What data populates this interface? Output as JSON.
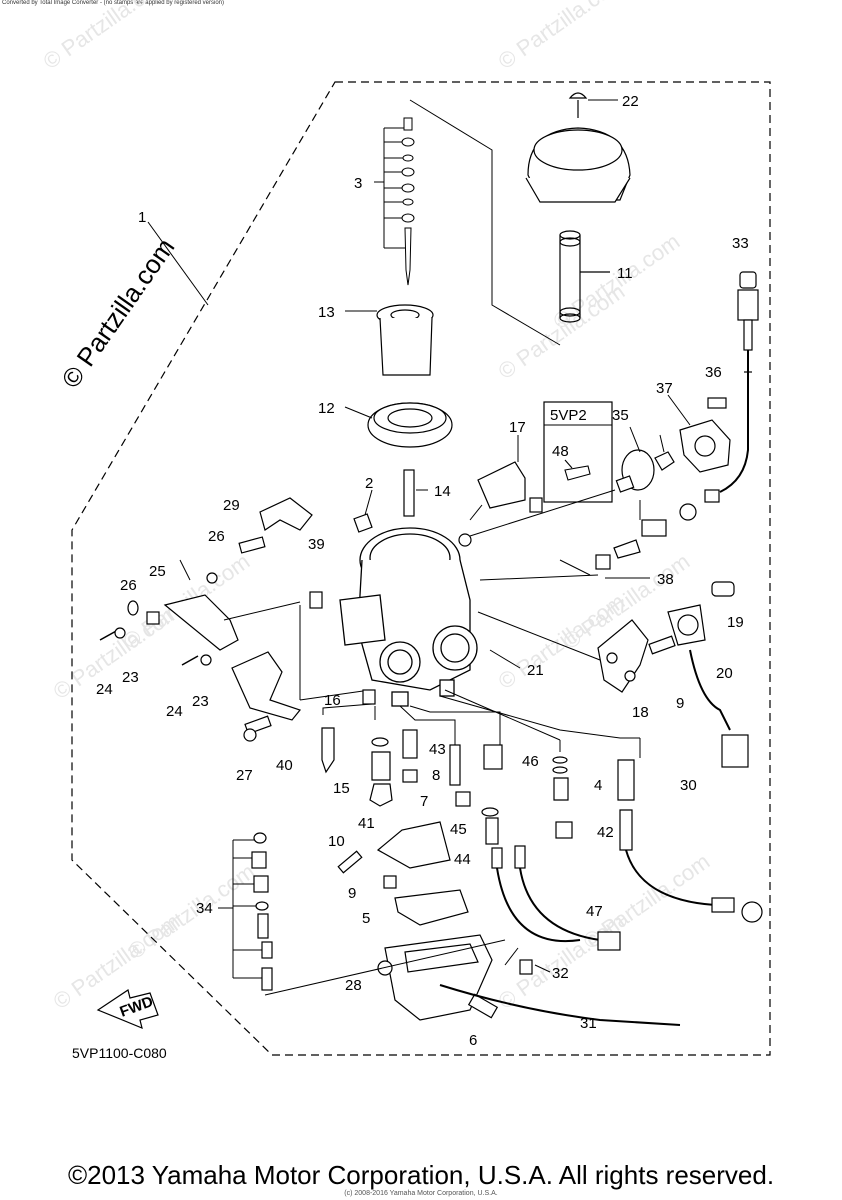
{
  "header_note": "Converted by Total Image Converter - (no stamps are applied by registered version)",
  "watermark": "© Partzilla.com",
  "variant_box": "5VP2",
  "diagram_code": "5VP1100-C080",
  "fwd_label": "FWD",
  "footer": "©2013 Yamaha Motor Corporation, U.S.A. All rights reserved.",
  "small_copyright": "(c) 2008-2016 Yamaha Motor Corporation, U.S.A.",
  "callouts": [
    "1",
    "2",
    "3",
    "4",
    "5",
    "6",
    "7",
    "8",
    "9",
    "9",
    "10",
    "11",
    "12",
    "13",
    "14",
    "15",
    "16",
    "17",
    "18",
    "19",
    "20",
    "21",
    "22",
    "23",
    "23",
    "24",
    "24",
    "25",
    "26",
    "26",
    "27",
    "28",
    "29",
    "30",
    "31",
    "32",
    "33",
    "34",
    "35",
    "36",
    "37",
    "38",
    "39",
    "40",
    "41",
    "42",
    "43",
    "44",
    "45",
    "46",
    "47",
    "48"
  ]
}
